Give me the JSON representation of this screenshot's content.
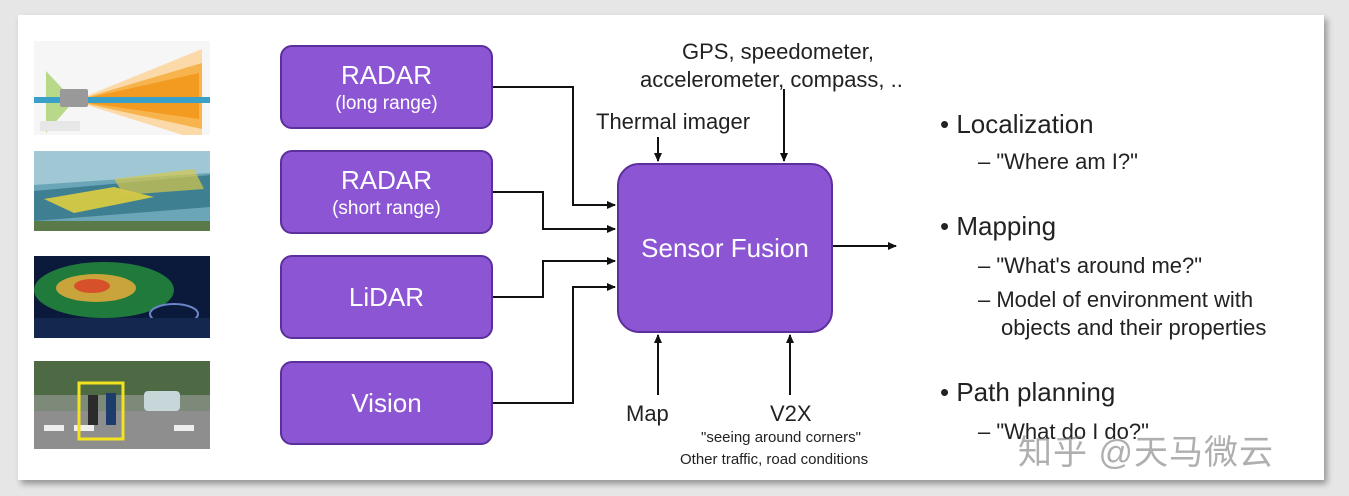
{
  "sensors": [
    {
      "name": "RADAR",
      "detail": "(long range)"
    },
    {
      "name": "RADAR",
      "detail": "(short range)"
    },
    {
      "name": "LiDAR",
      "detail": ""
    },
    {
      "name": "Vision",
      "detail": ""
    }
  ],
  "fusion_label": "Sensor Fusion",
  "inputs": {
    "gps": "GPS, speedometer,",
    "gps2": "accelerometer, compass, ..",
    "thermal": "Thermal imager",
    "map": "Map",
    "v2x": "V2X",
    "v2x_note1": "\"seeing around corners\"",
    "v2x_note2": "Other traffic, road conditions"
  },
  "outputs": [
    {
      "title": "Localization",
      "items": [
        "\"Where am I?\""
      ]
    },
    {
      "title": "Mapping",
      "items": [
        "\"What's around me?\"",
        "Model of environment with",
        "objects and their properties"
      ]
    },
    {
      "title": "Path planning",
      "items": [
        "\"What do I do?\""
      ]
    }
  ],
  "watermark": "知乎 @天马微云",
  "colors": {
    "box_fill": "#8c55d4",
    "box_border": "#5b2f9c",
    "arrow": "#111111"
  },
  "icons": {
    "thumb1": "radar-coverage-icon",
    "thumb2": "short-range-radar-scene-icon",
    "thumb3": "lidar-pointcloud-icon",
    "thumb4": "camera-vision-icon"
  }
}
